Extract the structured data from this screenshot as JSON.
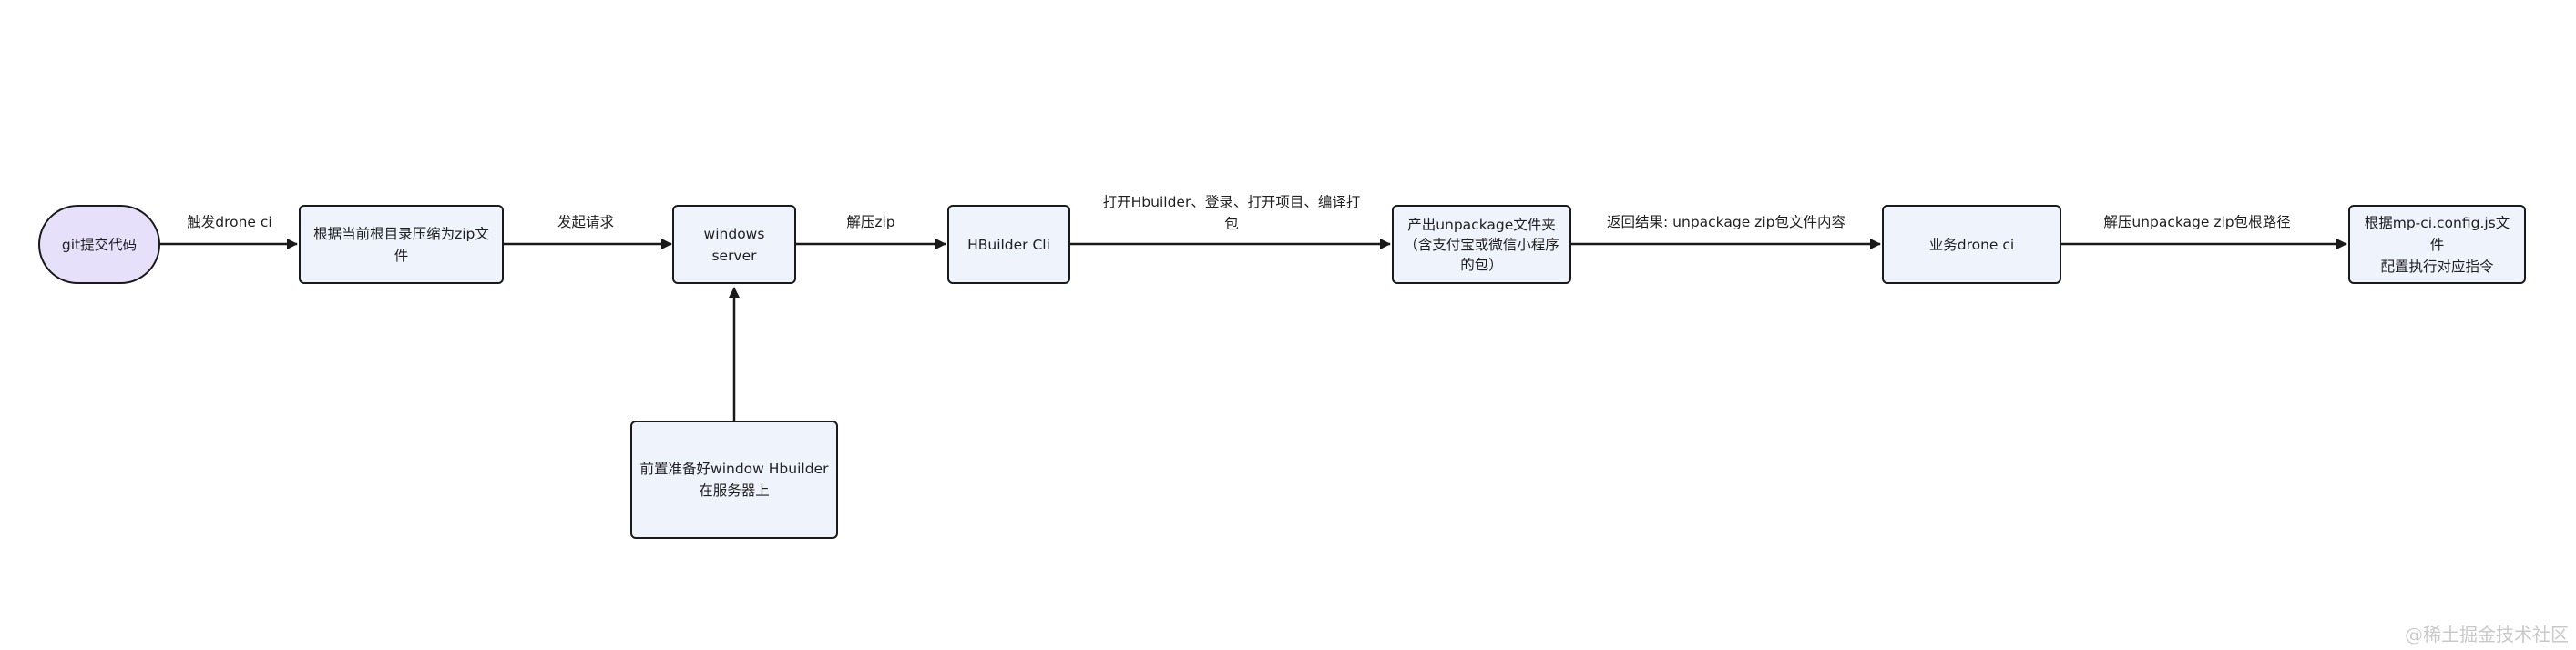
{
  "diagram": {
    "nodes": [
      {
        "id": "git-commit",
        "label": "git提交代码"
      },
      {
        "id": "zip-compress",
        "label": "根据当前根目录压缩为zip文件"
      },
      {
        "id": "windows-server",
        "label": "windows server"
      },
      {
        "id": "prepare-hbuilder",
        "label": "前置准备好window Hbuilder\n在服务器上"
      },
      {
        "id": "hbuilder-cli",
        "label": "HBuilder Cli"
      },
      {
        "id": "unpackage-output",
        "label": "产出unpackage文件夹\n（含支付宝或微信小程序\n的包）"
      },
      {
        "id": "business-drone",
        "label": "业务drone ci"
      },
      {
        "id": "mp-ci-config",
        "label": "根据mp-ci.config.js文件\n配置执行对应指令"
      }
    ],
    "edges": [
      {
        "id": "e1",
        "from": "git-commit",
        "to": "zip-compress",
        "label": "触发drone ci"
      },
      {
        "id": "e2",
        "from": "zip-compress",
        "to": "windows-server",
        "label": "发起请求"
      },
      {
        "id": "e3",
        "from": "prepare-hbuilder",
        "to": "windows-server",
        "label": ""
      },
      {
        "id": "e4",
        "from": "windows-server",
        "to": "hbuilder-cli",
        "label": "解压zip"
      },
      {
        "id": "e5",
        "from": "hbuilder-cli",
        "to": "unpackage-output",
        "label": "打开Hbuilder、登录、打开项目、编译打\n包"
      },
      {
        "id": "e6",
        "from": "unpackage-output",
        "to": "business-drone",
        "label": "返回结果: unpackage zip包文件内容"
      },
      {
        "id": "e7",
        "from": "business-drone",
        "to": "mp-ci-config",
        "label": "解压unpackage zip包根路径"
      }
    ]
  },
  "watermark": "@稀土掘金技术社区",
  "colors": {
    "start_fill": "#e6e0fb",
    "node_fill": "#eff3fc",
    "stroke": "#1a1a1a"
  }
}
